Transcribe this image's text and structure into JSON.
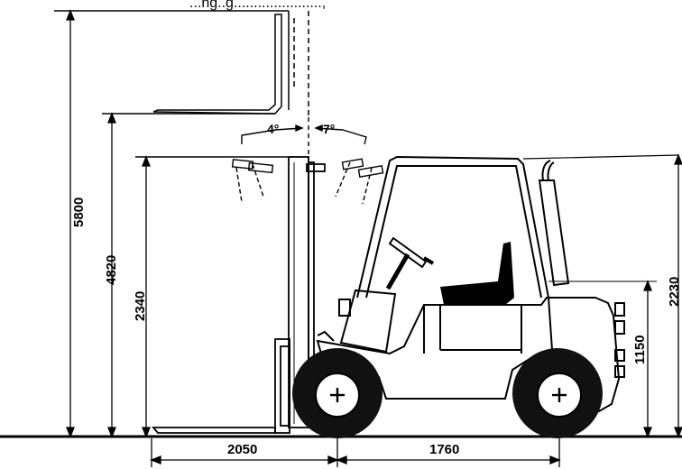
{
  "header_fragment": "...ng..g......................,",
  "dimensions": {
    "max_lift_height": "5800",
    "free_lift_height": "4820",
    "mast_lowered_height": "2340",
    "overhead_guard_height": "2230",
    "seat_height": "1150",
    "front_length": "2050",
    "wheelbase": "1760"
  },
  "tilt": {
    "forward": "4°",
    "backward": "7°"
  },
  "colors": {
    "line": "#000000",
    "background": "#ffffff",
    "tire": "#111111"
  },
  "icons": {
    "wheel_hub": "plus-hub-icon"
  }
}
